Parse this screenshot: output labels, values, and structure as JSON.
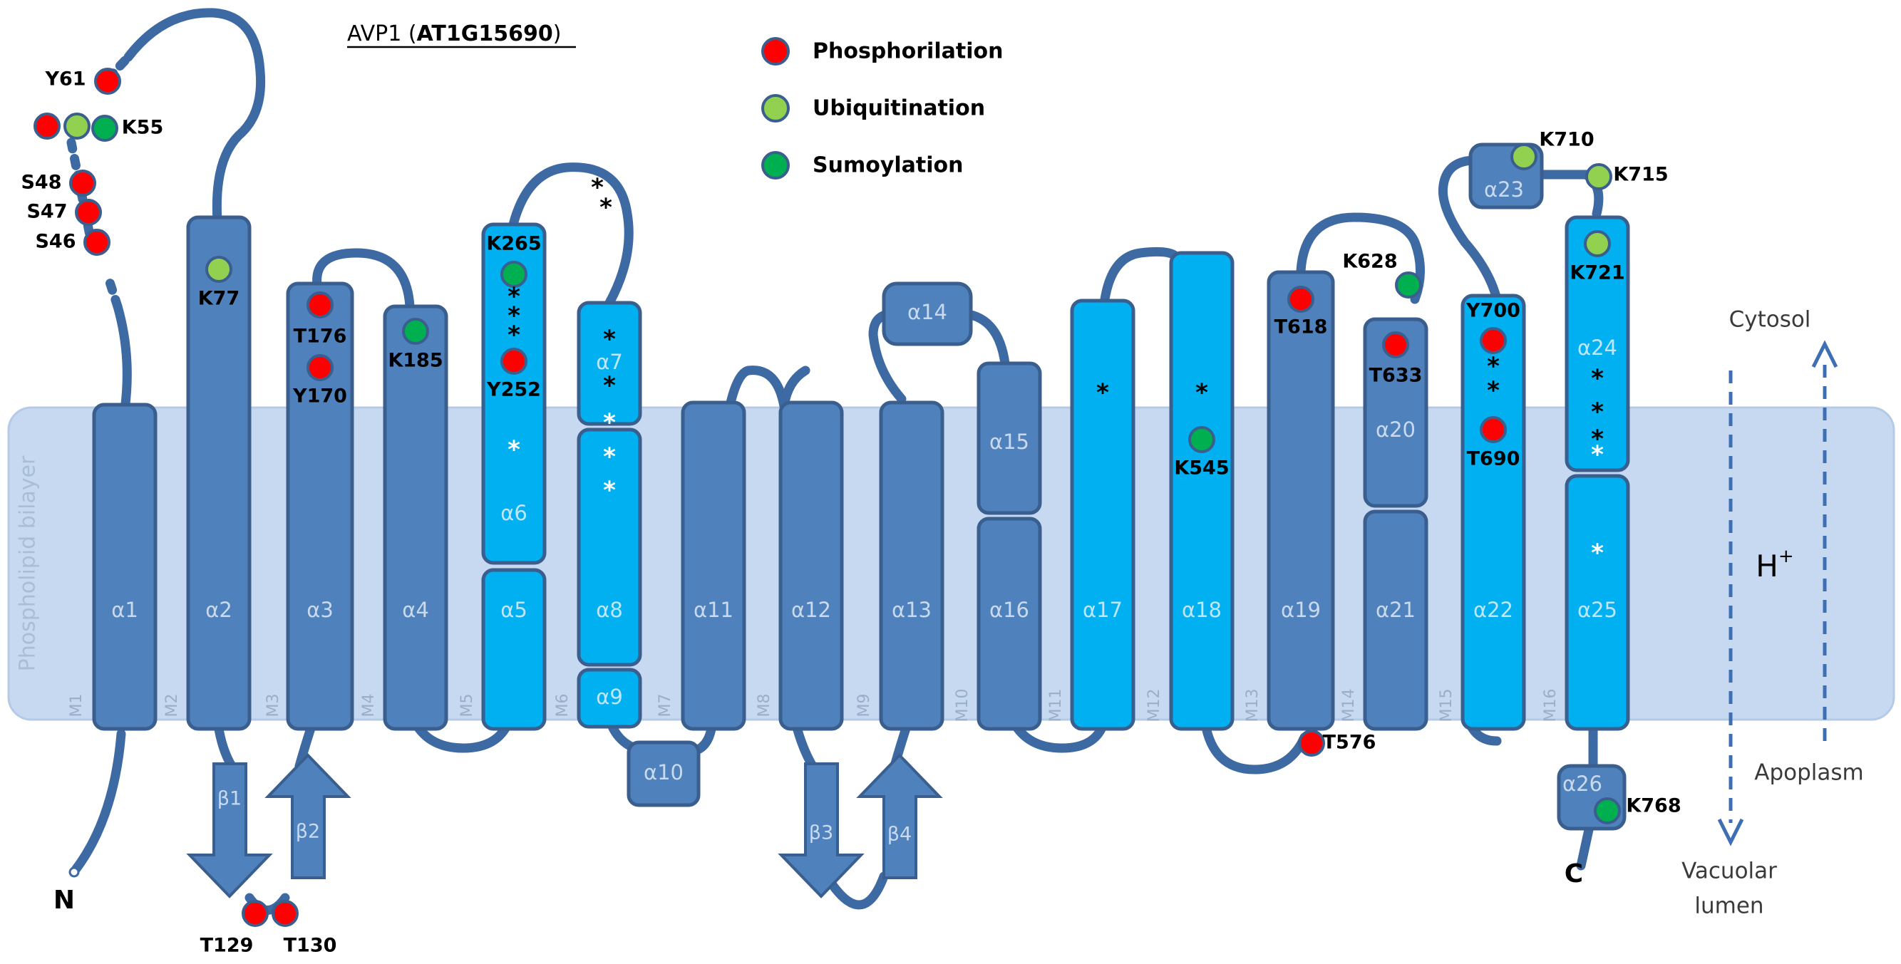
{
  "title": {
    "prefix": "AVP1 (",
    "gene": "AT1G15690",
    "suffix": ")"
  },
  "legend": [
    {
      "label": "Phosphorilation",
      "color": "#ff0000"
    },
    {
      "label": "Ubiquitination",
      "color": "#92d050"
    },
    {
      "label": "Sumoylation",
      "color": "#00b050"
    }
  ],
  "membrane_label": "Phospholipid bilayer",
  "cytosol_label": "Cytosol",
  "apoplasm_label": "Apoplasm",
  "vacuolar_label_1": "Vacuolar",
  "vacuolar_label_2": "lumen",
  "proton_label": "H",
  "proton_charge": "+",
  "n_terminus": "N",
  "c_terminus": "C",
  "m_labels": [
    "M1",
    "M2",
    "M3",
    "M4",
    "M5",
    "M6",
    "M7",
    "M8",
    "M9",
    "M10",
    "M11",
    "M12",
    "M13",
    "M14",
    "M15",
    "M16"
  ],
  "helices": [
    "α1",
    "α2",
    "α3",
    "α4",
    "α5",
    "α6",
    "α7",
    "α8",
    "α9",
    "α10",
    "α11",
    "α12",
    "α13",
    "α14",
    "α15",
    "α16",
    "α17",
    "α18",
    "α19",
    "α20",
    "α21",
    "α22",
    "α23",
    "α24",
    "α25",
    "α26"
  ],
  "strands": [
    "β1",
    "β2",
    "β3",
    "β4"
  ],
  "sites": [
    "Y61",
    "K55",
    "S48",
    "S47",
    "S46",
    "K77",
    "T176",
    "Y170",
    "K185",
    "K265",
    "Y252",
    "T618",
    "T633",
    "K628",
    "Y700",
    "T690",
    "K710",
    "K715",
    "K721",
    "K545",
    "T576",
    "T129",
    "T130",
    "K768"
  ],
  "star": "*"
}
